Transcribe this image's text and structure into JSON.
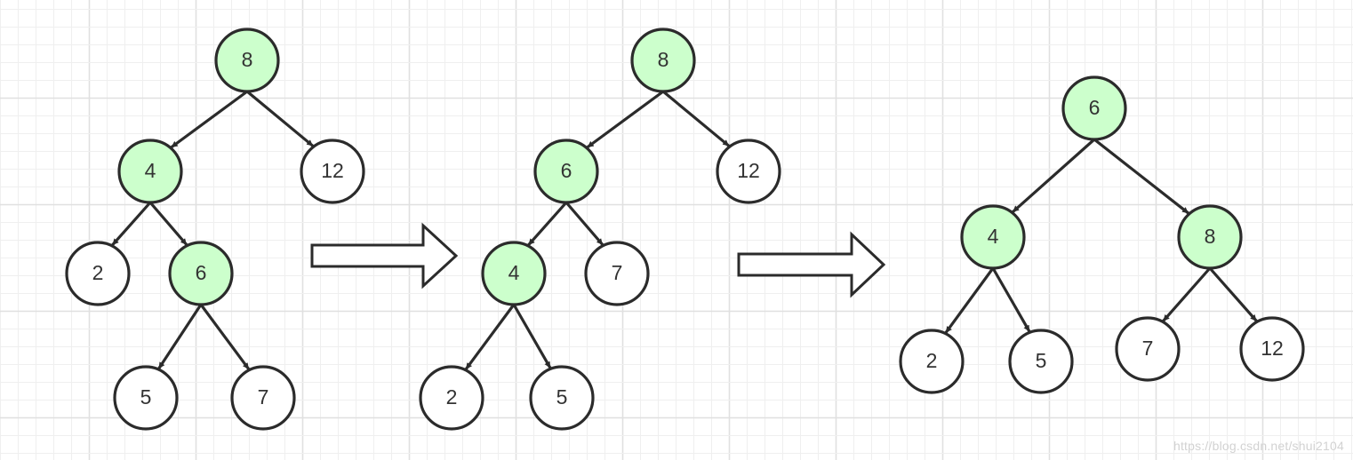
{
  "colors": {
    "highlight_fill": "#ccffcc",
    "plain_fill": "#ffffff",
    "stroke": "#2b2b2b",
    "grid_minor": "#efefef",
    "grid_major": "#e0e0e0"
  },
  "trees": [
    {
      "id": "before",
      "nodes": [
        {
          "id": "n8",
          "label": "8",
          "highlight": true
        },
        {
          "id": "n4",
          "label": "4",
          "highlight": true
        },
        {
          "id": "n12",
          "label": "12",
          "highlight": false
        },
        {
          "id": "n2",
          "label": "2",
          "highlight": false
        },
        {
          "id": "n6",
          "label": "6",
          "highlight": true
        },
        {
          "id": "n5",
          "label": "5",
          "highlight": false
        },
        {
          "id": "n7",
          "label": "7",
          "highlight": false
        }
      ],
      "edges": [
        [
          "n8",
          "n4"
        ],
        [
          "n8",
          "n12"
        ],
        [
          "n4",
          "n2"
        ],
        [
          "n4",
          "n6"
        ],
        [
          "n6",
          "n5"
        ],
        [
          "n6",
          "n7"
        ]
      ]
    },
    {
      "id": "after-first-rotation",
      "nodes": [
        {
          "id": "n8",
          "label": "8",
          "highlight": true
        },
        {
          "id": "n6",
          "label": "6",
          "highlight": true
        },
        {
          "id": "n12",
          "label": "12",
          "highlight": false
        },
        {
          "id": "n4",
          "label": "4",
          "highlight": true
        },
        {
          "id": "n7",
          "label": "7",
          "highlight": false
        },
        {
          "id": "n2",
          "label": "2",
          "highlight": false
        },
        {
          "id": "n5",
          "label": "5",
          "highlight": false
        }
      ],
      "edges": [
        [
          "n8",
          "n6"
        ],
        [
          "n8",
          "n12"
        ],
        [
          "n6",
          "n4"
        ],
        [
          "n6",
          "n7"
        ],
        [
          "n4",
          "n2"
        ],
        [
          "n4",
          "n5"
        ]
      ]
    },
    {
      "id": "after-second-rotation",
      "nodes": [
        {
          "id": "n6",
          "label": "6",
          "highlight": true
        },
        {
          "id": "n4",
          "label": "4",
          "highlight": true
        },
        {
          "id": "n8",
          "label": "8",
          "highlight": true
        },
        {
          "id": "n2",
          "label": "2",
          "highlight": false
        },
        {
          "id": "n5",
          "label": "5",
          "highlight": false
        },
        {
          "id": "n7",
          "label": "7",
          "highlight": false
        },
        {
          "id": "n12",
          "label": "12",
          "highlight": false
        }
      ],
      "edges": [
        [
          "n6",
          "n4"
        ],
        [
          "n6",
          "n8"
        ],
        [
          "n4",
          "n2"
        ],
        [
          "n4",
          "n5"
        ],
        [
          "n8",
          "n7"
        ],
        [
          "n8",
          "n12"
        ]
      ]
    }
  ],
  "watermark": "https://blog.csdn.net/shui2104"
}
